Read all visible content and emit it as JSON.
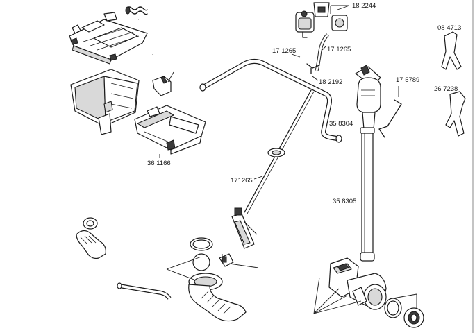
{
  "labels": {
    "p182244": "18 2244",
    "p084713": "08 4713",
    "p171265a": "17 1265",
    "p171265b": "17 1265",
    "p182192": "18 2192",
    "p175789": "17 5789",
    "p267238": "26 7238",
    "p358304": "35 8304",
    "p361166": "36 1166",
    "p171265c": "171265",
    "p358305": "35 8305"
  }
}
